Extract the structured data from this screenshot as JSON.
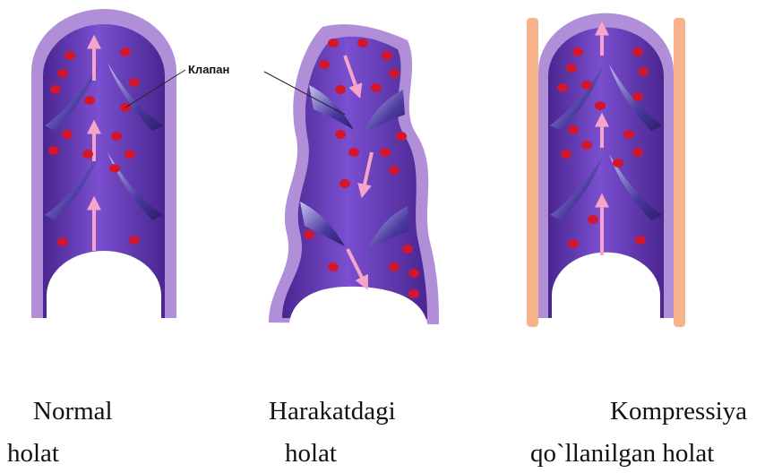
{
  "callout": {
    "label": "Клапан"
  },
  "panels": [
    {
      "caption_line1": "Normal",
      "caption_line2": "holat"
    },
    {
      "caption_line1": "Harakatdagi",
      "caption_line2": "holat"
    },
    {
      "caption_line1": "Kompressiya",
      "caption_line2": "qo`llanilgan holat"
    }
  ],
  "colors": {
    "vein_outer": "#b08fd8",
    "vein_inner": "#6a3dc0",
    "vein_dark": "#4a2590",
    "valve": "#3a2a80",
    "blood_cell": "#d4162c",
    "arrow": "#f6a4c8",
    "compression_band": "#f7b48a"
  }
}
